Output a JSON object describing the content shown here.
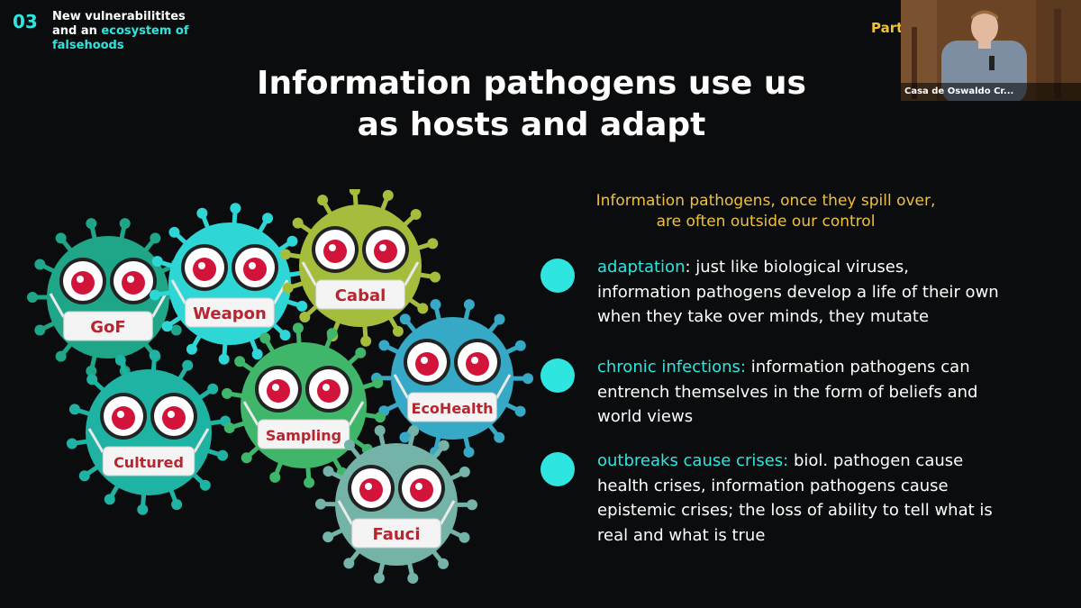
{
  "header": {
    "section_number": "03",
    "section_title_1": "New vulnerabilitites",
    "section_title_2": "and an",
    "section_title_accent": "ecosystem of",
    "section_title_3": "falsehoods",
    "part_label": "Part"
  },
  "video": {
    "caption": "Casa de Oswaldo Cr..."
  },
  "slide": {
    "title_line1": "Information pathogens use us",
    "title_line2": "as hosts and adapt",
    "subtitle_line1": "Information pathogens, once they spill over,",
    "subtitle_line2": "are often outside our control",
    "bullets": [
      {
        "term": "adaptation",
        "rest": ": just like biological viruses, information pathogens develop a life of their own when they take over minds, they mutate"
      },
      {
        "term": "chronic infections:",
        "rest": " information pathogens can entrench themselves in the form of beliefs and world views"
      },
      {
        "term": "outbreaks cause crises:",
        "rest": " biol. pathogen cause health crises, information pathogens cause epistemic crises; the loss of ability to tell what is real and what is true"
      }
    ]
  },
  "viruses": [
    {
      "label": "GoF",
      "color": "#1fa587"
    },
    {
      "label": "Weapon",
      "color": "#2fd6d6"
    },
    {
      "label": "Cabal",
      "color": "#a4bd3c"
    },
    {
      "label": "EcoHealth",
      "color": "#36a9c6"
    },
    {
      "label": "Cultured",
      "color": "#1fb3a3"
    },
    {
      "label": "Sampling",
      "color": "#3fb66a"
    },
    {
      "label": "Fauci",
      "color": "#74b3a8"
    }
  ],
  "colors": {
    "accent": "#2ee6df",
    "highlight": "#f0c13a",
    "label_text": "#b8252f"
  }
}
